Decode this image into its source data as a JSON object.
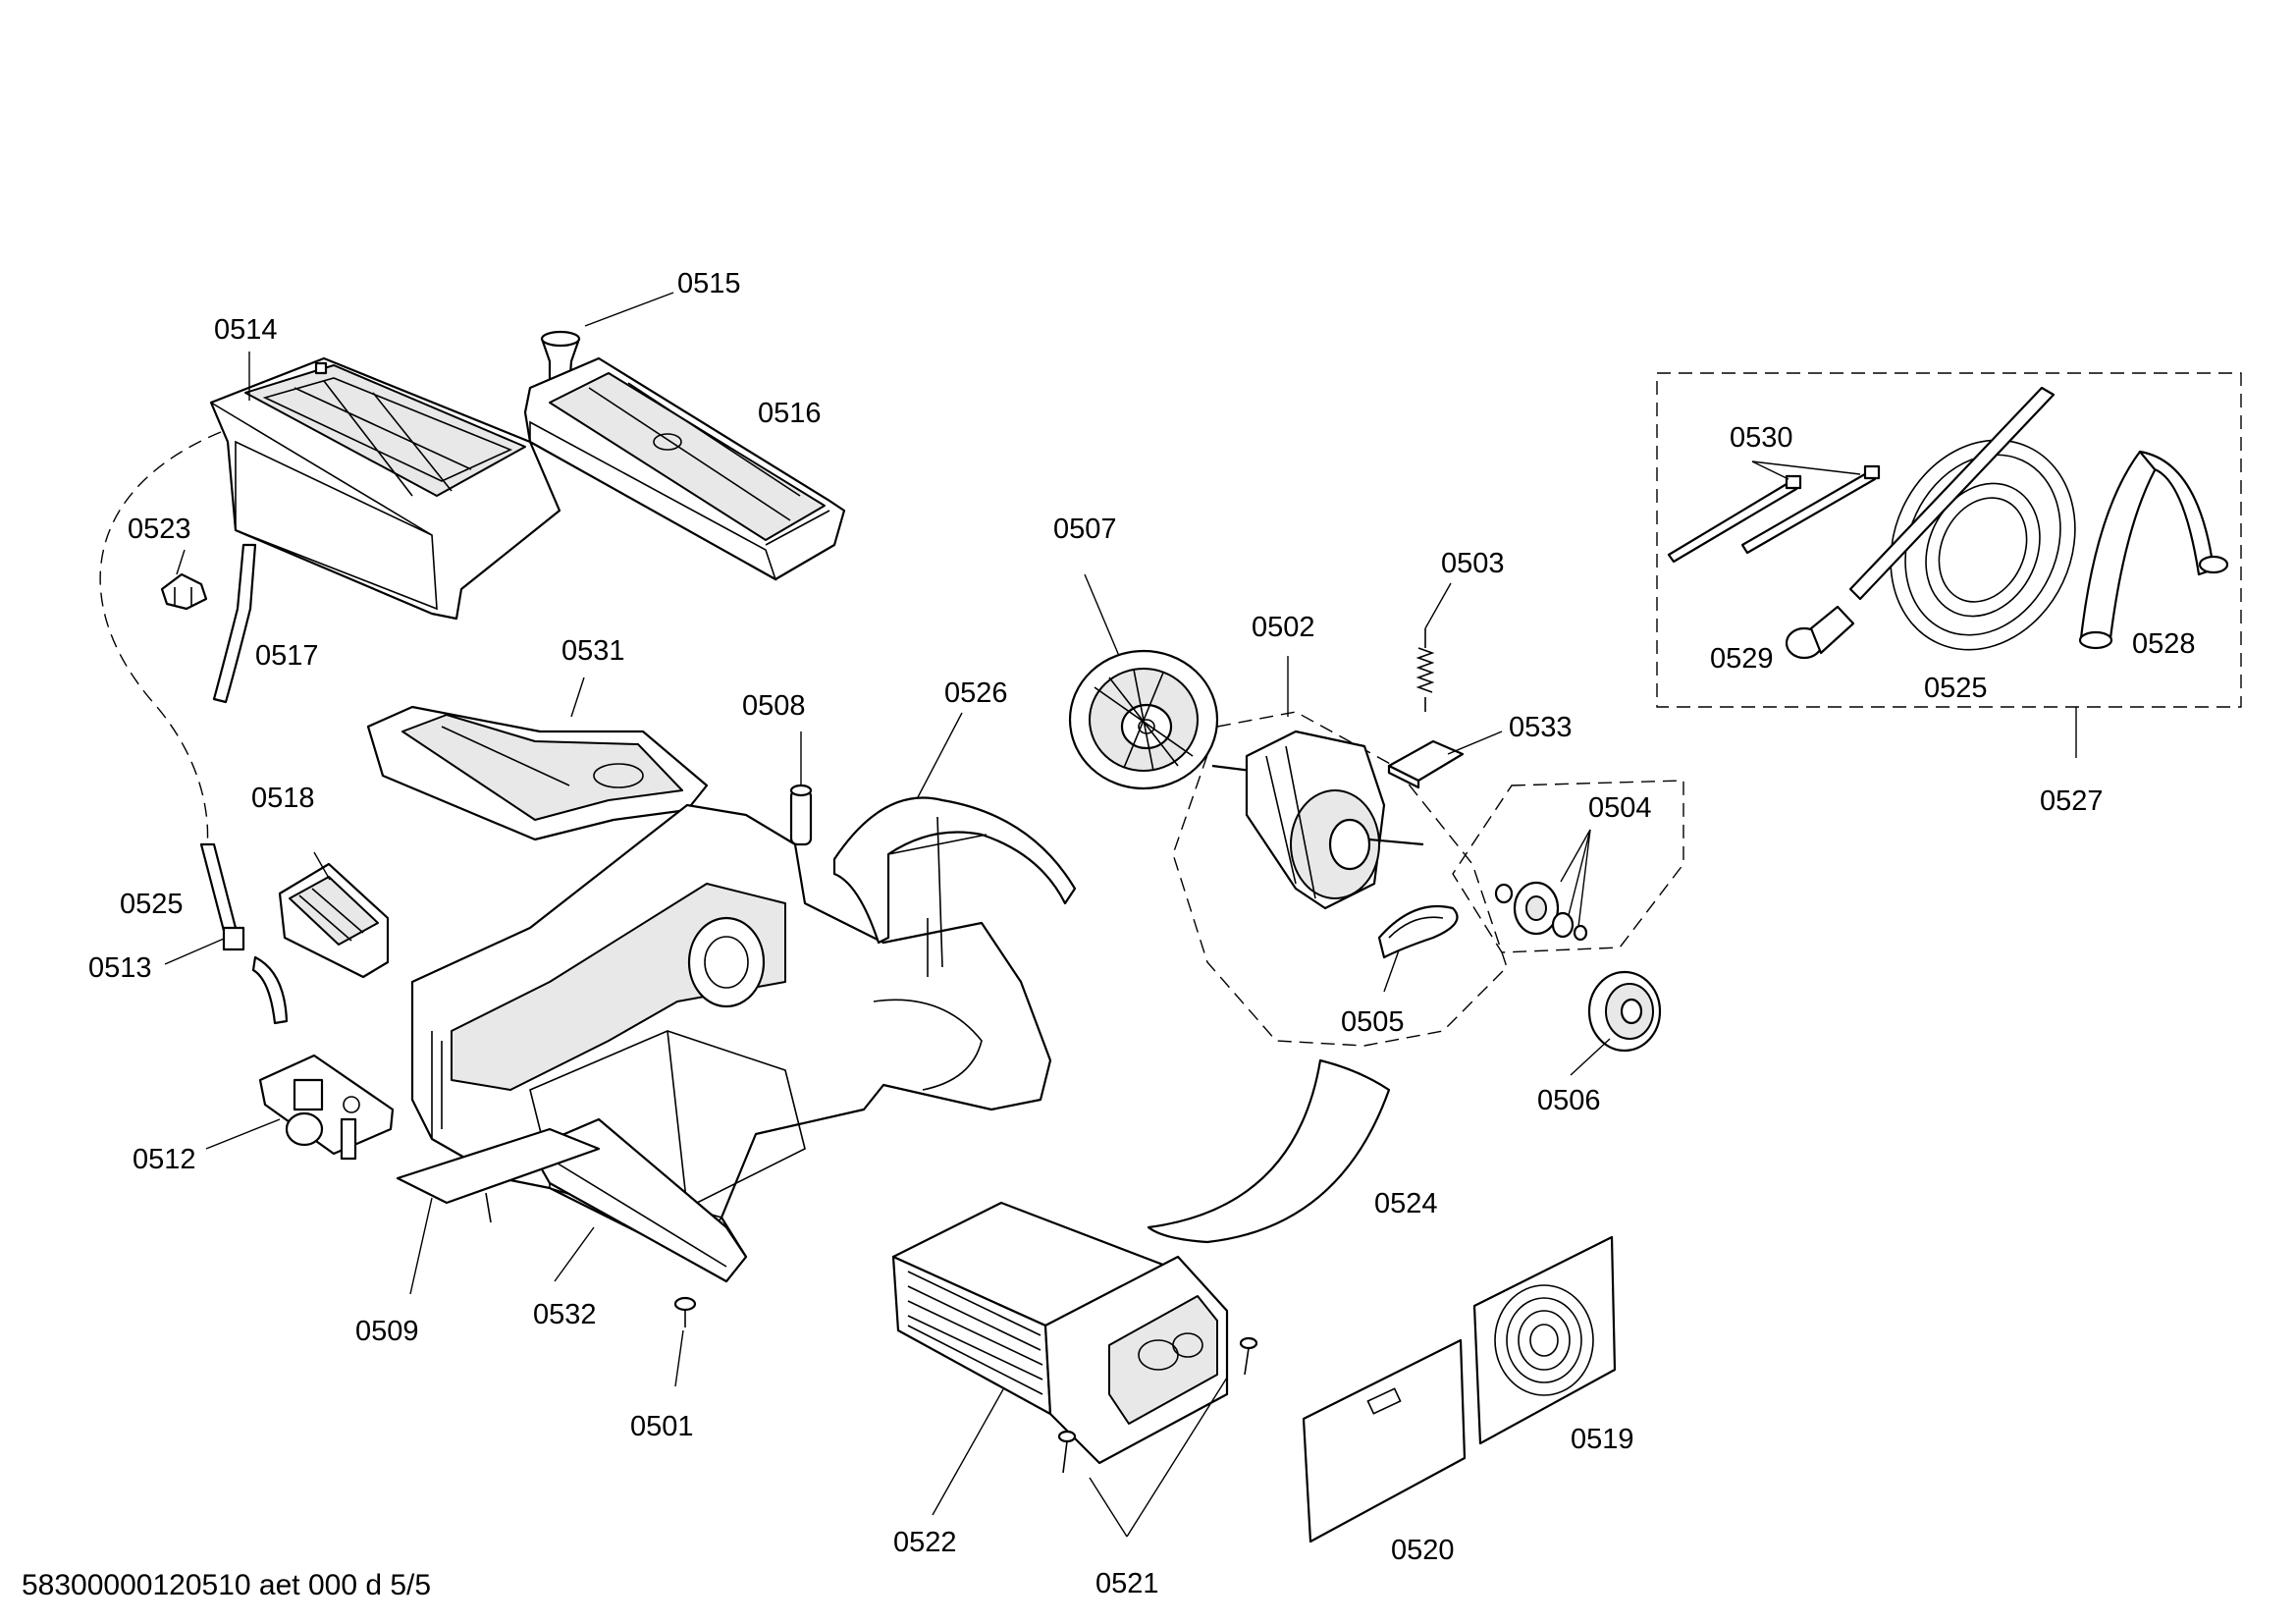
{
  "footer": "58300000120510 aet 000 d 5/5",
  "labels": {
    "p0501": "0501",
    "p0502": "0502",
    "p0503": "0503",
    "p0504": "0504",
    "p0505": "0505",
    "p0506": "0506",
    "p0507": "0507",
    "p0508": "0508",
    "p0509": "0509",
    "p0512": "0512",
    "p0513": "0513",
    "p0514": "0514",
    "p0515": "0515",
    "p0516": "0516",
    "p0517": "0517",
    "p0518": "0518",
    "p0519": "0519",
    "p0520": "0520",
    "p0521": "0521",
    "p0522": "0522",
    "p0523": "0523",
    "p0524": "0524",
    "p0525a": "0525",
    "p0525b": "0525",
    "p0526": "0526",
    "p0527": "0527",
    "p0528": "0528",
    "p0529": "0529",
    "p0530": "0530",
    "p0531": "0531",
    "p0532": "0532",
    "p0533": "0533"
  }
}
